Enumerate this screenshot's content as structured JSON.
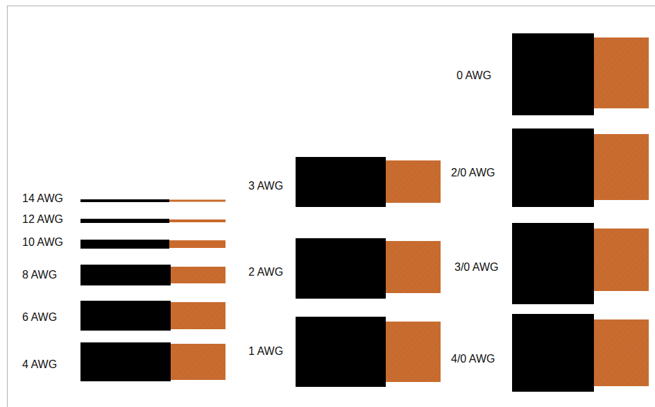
{
  "diagram": {
    "labels": [
      "14 AWG",
      "12 AWG",
      "10 AWG",
      "8 AWG",
      "6 AWG",
      "4 AWG",
      "3 AWG",
      "2 AWG",
      "1 AWG",
      "0 AWG",
      "2/0 AWG",
      "3/0 AWG",
      "4/0 AWG"
    ]
  }
}
